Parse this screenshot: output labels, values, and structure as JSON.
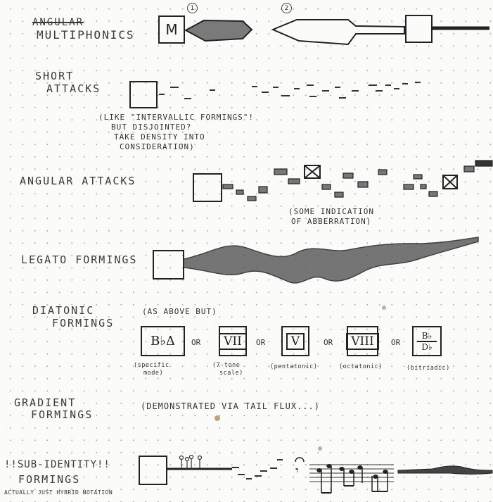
{
  "multiphonics": {
    "struck_label": "ANGULAR",
    "label": "MULTIPHONICS",
    "box_text": "M",
    "version_marks": [
      "1",
      "2"
    ]
  },
  "short_attacks": {
    "label_line1": "SHORT",
    "label_line2": "ATTACKS",
    "note": [
      "(LIKE \"INTERVALLIC FORMINGS\"!",
      "BUT DISJOINTED?",
      "TAKE DENSITY INTO",
      "CONSIDERATION)"
    ]
  },
  "angular_attacks": {
    "label": "ANGULAR ATTACKS",
    "note": [
      "(SOME INDICATION",
      "OF ABBERRATION)"
    ]
  },
  "legato_formings": {
    "label": "LEGATO FORMINGS"
  },
  "diatonic_formings": {
    "label_line1": "DIATONIC",
    "label_line2": "FORMINGS",
    "note": "(AS ABOVE BUT)",
    "or_label": "OR",
    "options": [
      {
        "symbol": "B♭Δ",
        "caption_line1": "(specific",
        "caption_line2": "mode)"
      },
      {
        "symbol": "VII",
        "caption_line1": "(7-tone",
        "caption_line2": "scale)"
      },
      {
        "symbol": "V",
        "caption_line1": "(pentatonic)",
        "caption_line2": ""
      },
      {
        "symbol": "VIII",
        "caption_line1": "(octatonic)",
        "caption_line2": ""
      },
      {
        "symbol_top": "B♭",
        "symbol_bottom": "D♭",
        "caption_line1": "(bitriadic)",
        "caption_line2": ""
      }
    ]
  },
  "gradient_formings": {
    "label_line1": "GRADIENT",
    "label_line2": "FORMINGS",
    "note": "(DEMONSTRATED VIA TAIL FLUX...)"
  },
  "sub_identity_formings": {
    "label_line1": "!!SUB-IDENTITY!!",
    "label_line2": "FORMINGS",
    "note": "ACTUALLY JUST HYBRID NOTATION"
  }
}
